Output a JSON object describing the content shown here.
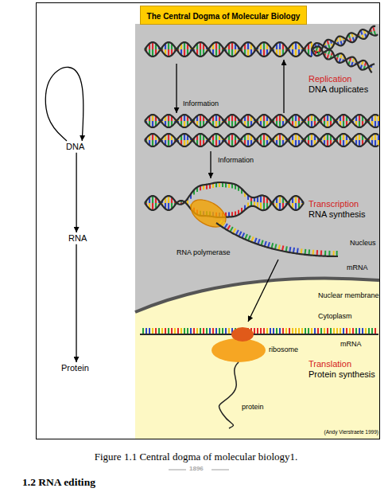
{
  "diagram": {
    "title": "The Central Dogma of Molecular Biology",
    "caption": "Figure 1.1 Central dogma of molecular biology1.",
    "nodes": [
      {
        "text": [
          "DNA"
        ]
      },
      {
        "text": [
          "RNA"
        ]
      },
      {
        "text": [
          "Protein"
        ]
      }
    ],
    "edges": [
      {
        "from": 0,
        "to": 0,
        "arrow": "to"
      },
      {
        "from": 0,
        "to": 1,
        "arrow": "to"
      },
      {
        "from": 1,
        "to": 2,
        "arrow": "to"
      }
    ],
    "labels": [
      "Replication",
      "DNA duplicates",
      "Information",
      "Information",
      "Transcription",
      "RNA synthesis",
      "RNA polymerase",
      "Nucleus",
      "mRNA",
      "Nuclear membrane",
      "Cytoplasm",
      "mRNA",
      "ribosome",
      "protein",
      "Translation",
      "Protein synthesis",
      "(Andy Vierstraete 1999)",
      "1896",
      "1.2 RNA editing"
    ]
  }
}
